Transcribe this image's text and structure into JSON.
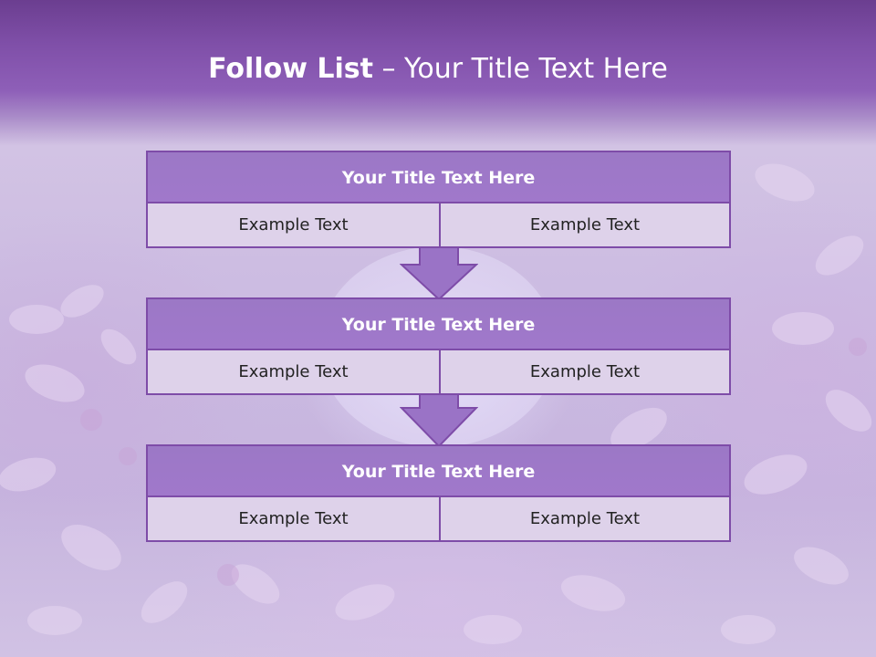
{
  "slide": {
    "title_bold": "Follow List",
    "title_rest": " – Your Title Text Here"
  },
  "steps": [
    {
      "title": "Your Title Text Here",
      "left": "Example Text",
      "right": "Example Text"
    },
    {
      "title": "Your Title Text Here",
      "left": "Example Text",
      "right": "Example Text"
    },
    {
      "title": "Your Title Text Here",
      "left": "Example Text",
      "right": "Example Text"
    }
  ],
  "colors": {
    "accent": "#7e4ca8",
    "header_fill": "#a078cb",
    "cell_fill": "#ded2ea",
    "banner": "#8e5fb8"
  }
}
